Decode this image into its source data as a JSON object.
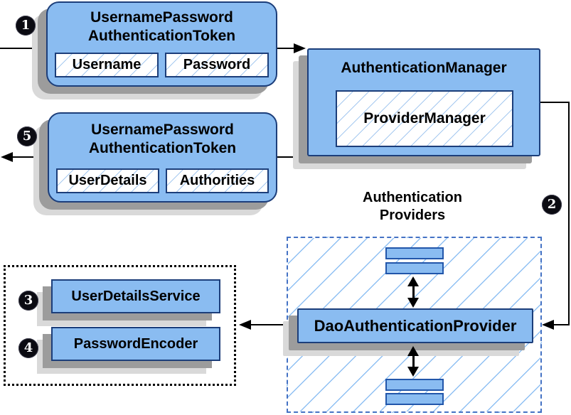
{
  "colors": {
    "box_fill": "#8abcf1",
    "box_border": "#1c3e7a",
    "bar_border": "#2256aa",
    "dashed_border": "#4472c4",
    "hatch_line": "#a6c9f0",
    "hatch_line_big": "#8fc0f3",
    "shadow_dark": "#9c9c9c",
    "shadow_light": "#d9d9d9",
    "line_color": "#000000"
  },
  "badges": {
    "step1": "1",
    "step2": "2",
    "step3": "3",
    "step4": "4",
    "step5": "5"
  },
  "request_token": {
    "title1": "UsernamePassword",
    "title2": "AuthenticationToken",
    "field1": "Username",
    "field2": "Password"
  },
  "authentication_manager": {
    "title": "AuthenticationManager",
    "inner": "ProviderManager"
  },
  "response_token": {
    "title1": "UsernamePassword",
    "title2": "AuthenticationToken",
    "field1": "UserDetails",
    "field2": "Authorities"
  },
  "providers": {
    "label1": "Authentication",
    "label2": "Providers",
    "dao": "DaoAuthenticationProvider"
  },
  "services": {
    "user_details_service": "UserDetailsService",
    "password_encoder": "PasswordEncoder"
  }
}
